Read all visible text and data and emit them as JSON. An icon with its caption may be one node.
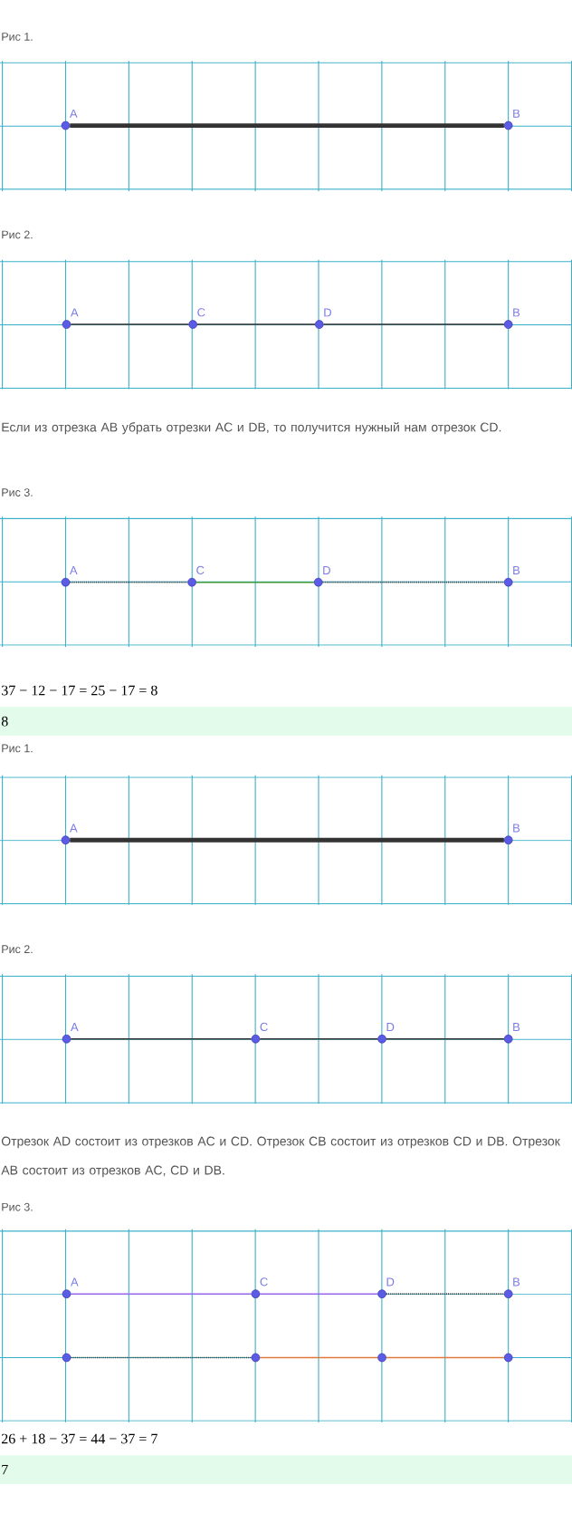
{
  "diagram": {
    "nodes": [
      {
        "text": [],
        "shape": "circle",
        "beside": [
          "A"
        ]
      },
      {
        "text": [],
        "shape": "circle",
        "beside": [
          "B"
        ]
      },
      {
        "text": [],
        "shape": "circle",
        "beside": [
          "A"
        ]
      },
      {
        "text": [],
        "shape": "circle",
        "beside": [
          "C"
        ]
      },
      {
        "text": [],
        "shape": "circle",
        "beside": [
          "D"
        ]
      },
      {
        "text": [],
        "shape": "circle",
        "beside": [
          "B"
        ]
      },
      {
        "text": [],
        "shape": "circle",
        "beside": [
          "A"
        ]
      },
      {
        "text": [],
        "shape": "circle",
        "beside": [
          "C"
        ]
      },
      {
        "text": [],
        "shape": "circle",
        "beside": [
          "D"
        ]
      },
      {
        "text": [],
        "shape": "circle",
        "beside": [
          "B"
        ]
      },
      {
        "text": [],
        "shape": "circle",
        "beside": [
          "A"
        ]
      },
      {
        "text": [],
        "shape": "circle",
        "beside": [
          "B"
        ]
      },
      {
        "text": [],
        "shape": "circle",
        "beside": [
          "A"
        ]
      },
      {
        "text": [],
        "shape": "circle",
        "beside": [
          "C"
        ]
      },
      {
        "text": [],
        "shape": "circle",
        "beside": [
          "D"
        ]
      },
      {
        "text": [],
        "shape": "circle",
        "beside": [
          "B"
        ]
      },
      {
        "text": [],
        "shape": "circle",
        "beside": [
          "A"
        ]
      },
      {
        "text": [],
        "shape": "circle",
        "beside": [
          "C"
        ]
      },
      {
        "text": [],
        "shape": "circle",
        "beside": [
          "D"
        ]
      },
      {
        "text": [],
        "shape": "circle",
        "beside": [
          "B"
        ]
      },
      {
        "text": [],
        "shape": "circle"
      },
      {
        "text": [],
        "shape": "circle"
      },
      {
        "text": [],
        "shape": "circle"
      },
      {
        "text": [],
        "shape": "circle"
      }
    ],
    "edges": [
      {
        "from": 0,
        "to": 1,
        "arrow": "none",
        "style": "thick"
      },
      {
        "from": 2,
        "to": 3,
        "arrow": "none"
      },
      {
        "from": 3,
        "to": 4,
        "arrow": "none"
      },
      {
        "from": 4,
        "to": 5,
        "arrow": "none"
      },
      {
        "from": 6,
        "to": 7,
        "arrow": "none",
        "style": "dashed"
      },
      {
        "from": 7,
        "to": 8,
        "arrow": "none",
        "color": "#3a9a3a"
      },
      {
        "from": 8,
        "to": 9,
        "arrow": "none",
        "style": "dashed"
      },
      {
        "from": 10,
        "to": 11,
        "arrow": "none",
        "style": "thick"
      },
      {
        "from": 12,
        "to": 13,
        "arrow": "none"
      },
      {
        "from": 13,
        "to": 14,
        "arrow": "none"
      },
      {
        "from": 14,
        "to": 15,
        "arrow": "none"
      },
      {
        "from": 16,
        "to": 17,
        "arrow": "none",
        "color": "#9966ee"
      },
      {
        "from": 17,
        "to": 18,
        "arrow": "none",
        "color": "#9966ee"
      },
      {
        "from": 18,
        "to": 19,
        "arrow": "none",
        "style": "dashed"
      },
      {
        "from": 20,
        "to": 21,
        "arrow": "none",
        "style": "dashed"
      },
      {
        "from": 21,
        "to": 22,
        "arrow": "none",
        "color": "#e07a3c"
      },
      {
        "from": 22,
        "to": 23,
        "arrow": "none",
        "color": "#e07a3c"
      }
    ],
    "labels": [
      "Рис 1.",
      "Рис 2.",
      "Если из отрезка AB убрать отрезки AC и DB, то получится нужный нам отрезок CD.",
      "Рис 3.",
      "37 − 12 − 17 = 25 − 17 = 8",
      "8",
      "Рис 1.",
      "Рис 2.",
      "Отрезок AD состоит из отрезков AC и CD. Отрезок CB состоит из отрезков CD и DB. Отрезок AB состоит из отрезков AC, CD и DB.",
      "Рис 3.",
      "26 + 18 − 37 = 44 − 37 = 7",
      "7"
    ]
  }
}
